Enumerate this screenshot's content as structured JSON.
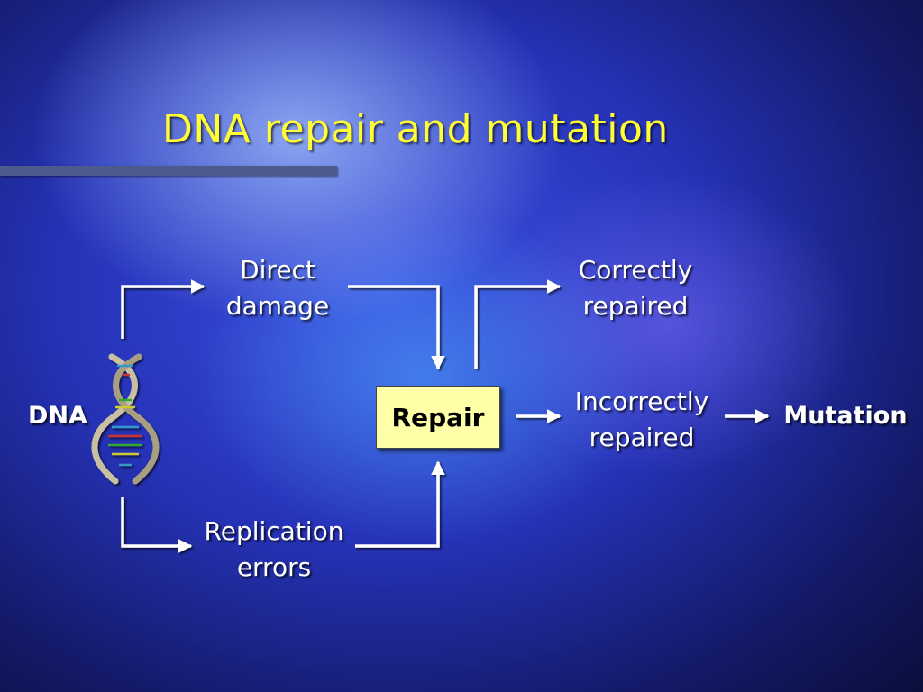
{
  "slide": {
    "title": "DNA repair and mutation"
  },
  "diagram": {
    "dna": "DNA",
    "direct_damage": [
      "Direct",
      "damage"
    ],
    "replication_errors": [
      "Replication",
      "errors"
    ],
    "repair": "Repair",
    "correctly_repaired": [
      "Correctly",
      "repaired"
    ],
    "incorrectly_repaired": [
      "Incorrectly",
      "repaired"
    ],
    "mutation": "Mutation"
  },
  "colors": {
    "title": "#ffff33",
    "repair_box": "#ffffa8",
    "text": "#ffffff"
  }
}
